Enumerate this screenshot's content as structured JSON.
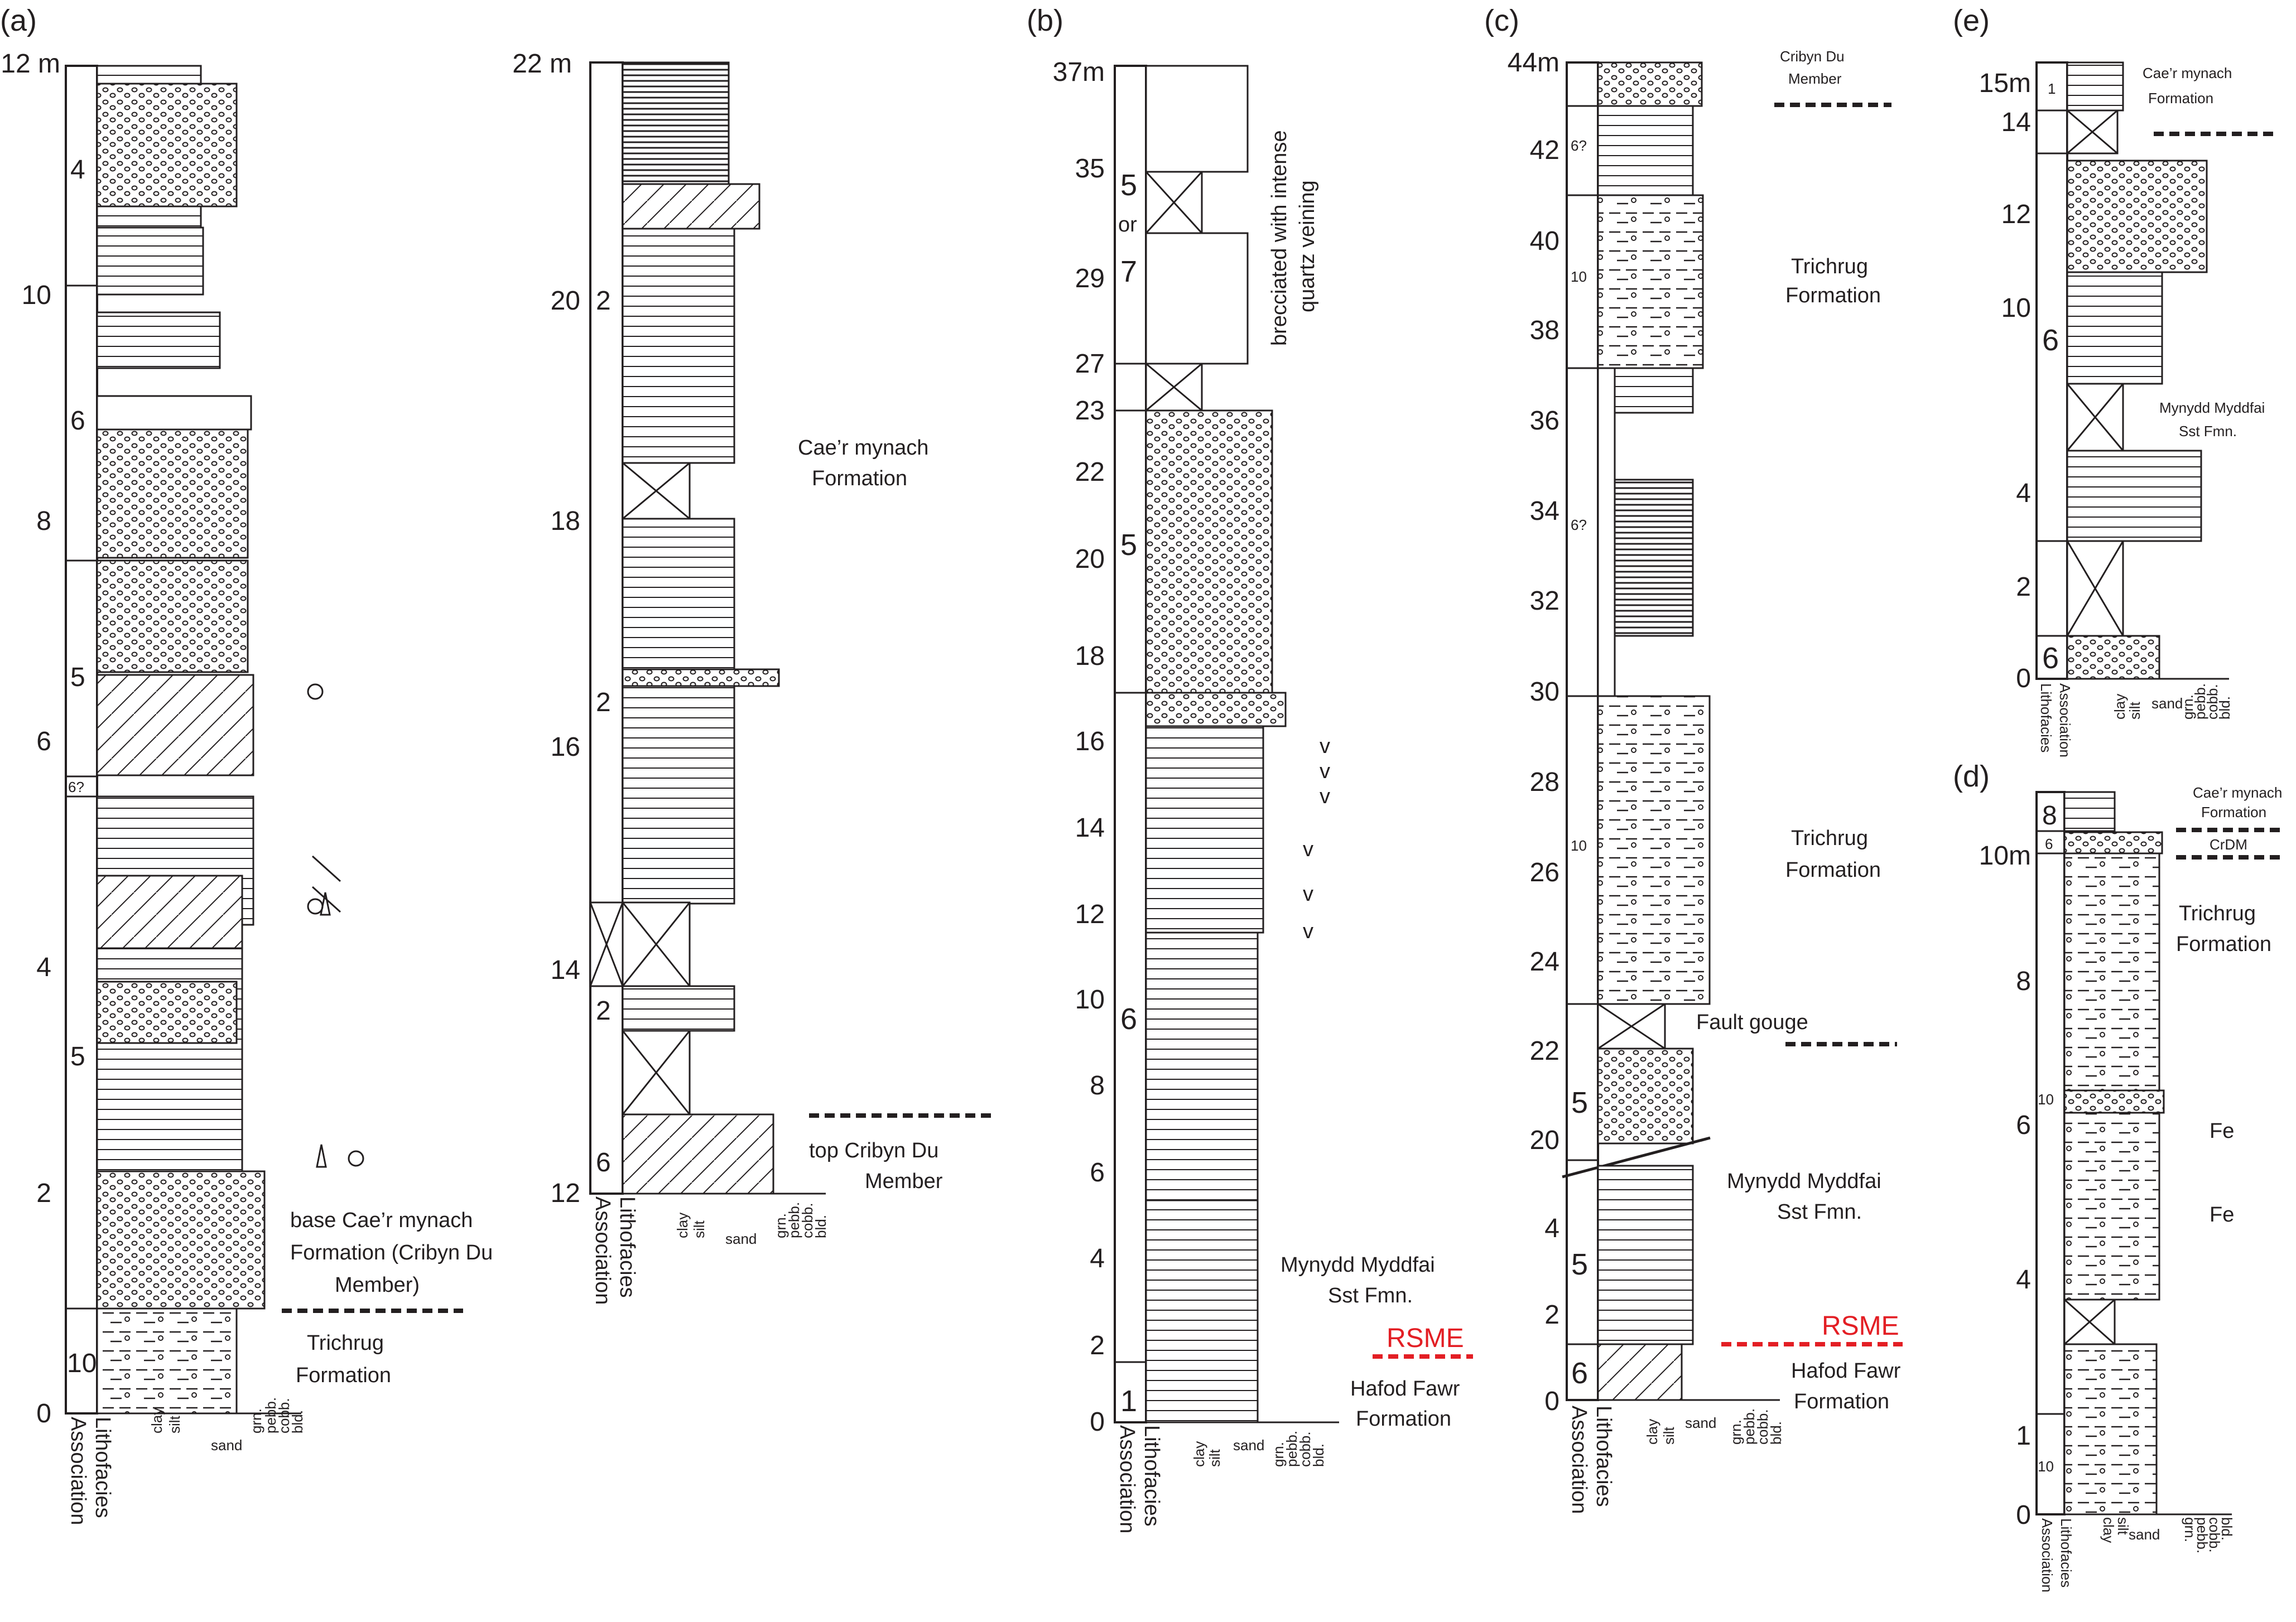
{
  "panels": {
    "a": {
      "label": "(a)",
      "col1": {
        "depth_labels": [
          "12 m",
          "10",
          "8",
          "6",
          "4",
          "2",
          "0"
        ],
        "lithofacies": [
          "4",
          "6",
          "5",
          "6?",
          "5",
          "10"
        ],
        "annotations": {
          "base_line1": "base Cae’r mynach",
          "base_line2": "Formation (Cribyn Du",
          "base_line3": "Member)",
          "trich1": "Trichrug",
          "trich2": "Formation"
        }
      },
      "col2": {
        "depth_labels": [
          "22 m",
          "20",
          "18",
          "16",
          "14",
          "12"
        ],
        "lithofacies": [
          "2",
          "2",
          "2",
          "6"
        ],
        "annotations": {
          "caer1": "Cae’r mynach",
          "caer2": "Formation",
          "top1": "top Cribyn Du",
          "top2": "Member"
        }
      },
      "axis": {
        "assoc": "Association",
        "litho": "Lithofacies",
        "grain": [
          "clay",
          "silt",
          "sand",
          "grn.",
          "pebb.",
          "cobb.",
          "bld."
        ]
      }
    },
    "b": {
      "label": "(b)",
      "depth_labels": [
        "37m",
        "35",
        "29",
        "27",
        "23",
        "22",
        "20",
        "18",
        "16",
        "14",
        "12",
        "10",
        "8",
        "6",
        "4",
        "2",
        "0"
      ],
      "lithofacies": [
        "5",
        "or",
        "7",
        "5",
        "6",
        "1"
      ],
      "annotations": {
        "brec1": "brecciated with intense",
        "brec2": "quartz veining",
        "myn1": "Mynydd Myddfai",
        "myn2": "Sst Fmn.",
        "rsme": "RSME",
        "haf1": "Hafod Fawr",
        "haf2": "Formation",
        "v": "v"
      }
    },
    "c": {
      "label": "(c)",
      "depth_labels": [
        "44m",
        "42",
        "40",
        "38",
        "36",
        "34",
        "32",
        "30",
        "28",
        "26",
        "24",
        "22",
        "20",
        "4",
        "2",
        "0"
      ],
      "lithofacies": [
        "6?",
        "10",
        "6?",
        "10",
        "5",
        "5",
        "6"
      ],
      "annotations": {
        "cri1": "Cribyn Du",
        "cri2": "Member",
        "tri1": "Trichrug",
        "tri2": "Formation",
        "tri3": "Trichrug",
        "tri4": "Formation",
        "fault": "Fault gouge",
        "myn1": "Mynydd Myddfai",
        "myn2": "Sst Fmn.",
        "rsme": "RSME",
        "haf1": "Hafod Fawr",
        "haf2": "Formation"
      }
    },
    "e": {
      "label": "(e)",
      "depth_labels": [
        "15m",
        "14",
        "12",
        "10",
        "4",
        "2",
        "0"
      ],
      "lithofacies": [
        "1",
        "6",
        "6"
      ],
      "annotations": {
        "caer1": "Cae’r mynach",
        "caer2": "Formation",
        "myn1": "Mynydd Myddfai",
        "myn2": "Sst Fmn."
      }
    },
    "d": {
      "label": "(d)",
      "depth_labels": [
        "10m",
        "8",
        "6",
        "4",
        "1",
        "0"
      ],
      "lithofacies": [
        "8",
        "6",
        "10",
        "10"
      ],
      "annotations": {
        "caer1": "Cae’r mynach",
        "caer2": "Formation",
        "crdm": "CrDM",
        "tri1": "Trichrug",
        "tri2": "Formation",
        "fe": "Fe"
      }
    }
  }
}
